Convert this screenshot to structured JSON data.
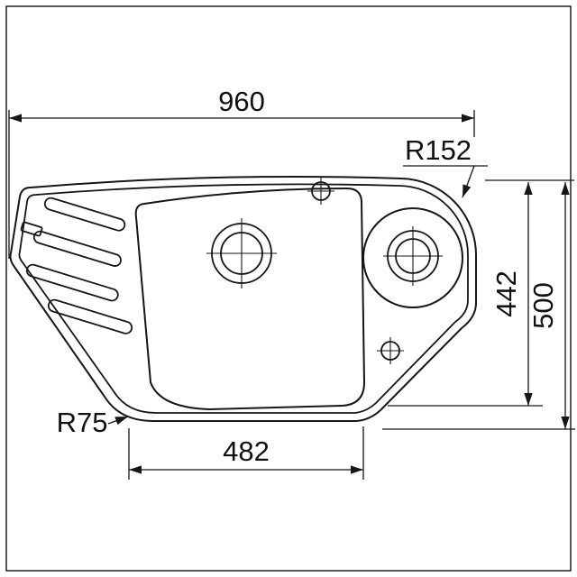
{
  "drawing": {
    "type": "technical-dimension-drawing",
    "subject": "corner kitchen sink, plan view with two bowls, drainer grooves and tap holes",
    "labels": {
      "overall_width": "960",
      "corner_radius_top_right": "R152",
      "inner_depth": "442",
      "overall_depth": "500",
      "bottom_width": "482",
      "corner_radius_bottom_left": "R75"
    },
    "colors": {
      "line": "#161616",
      "background": "#ffffff"
    }
  }
}
